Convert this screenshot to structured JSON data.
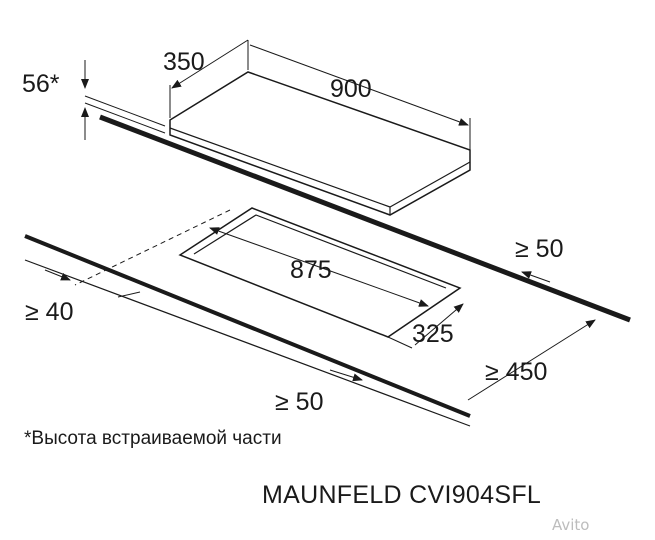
{
  "dimensions": {
    "glass_depth": "350",
    "glass_width": "900",
    "embed_height": "56*",
    "cutout_width": "875",
    "cutout_depth": "325",
    "back_clearance": "≥ 50",
    "front_clearance": "≥ 50",
    "side_clearance": "≥ 40",
    "cabinet_clearance": "≥ 450"
  },
  "footnote": "*Высота встраиваемой части",
  "model": "MAUNFELD CVI904SFL",
  "watermark": "Avito"
}
